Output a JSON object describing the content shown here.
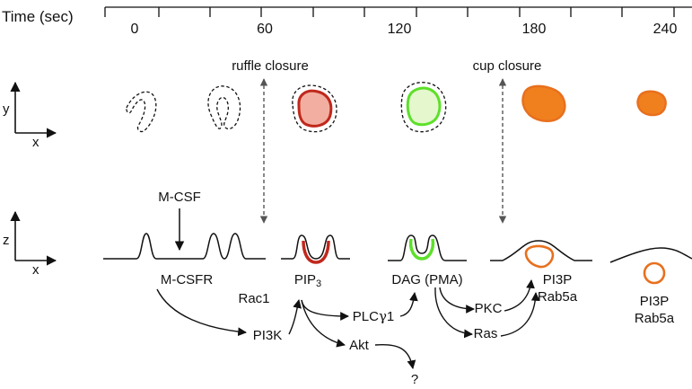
{
  "timeline": {
    "title": "Time (sec)",
    "ticks": [
      "0",
      "60",
      "120",
      "180",
      "240"
    ]
  },
  "events": {
    "ruffle_closure": "ruffle closure",
    "cup_closure": "cup closure"
  },
  "axes": {
    "top": {
      "vertical": "y",
      "horizontal": "x"
    },
    "bottom": {
      "vertical": "z",
      "horizontal": "x"
    }
  },
  "stimulus": "M-CSF",
  "labels": {
    "receptor": "M-CSFR",
    "rac1": "Rac1",
    "pip3_base": "PIP",
    "pip3_sub": "3",
    "pi3k": "PI3K",
    "plc_base": "PLC",
    "plc_greek": "γ",
    "plc_num": "1",
    "akt": "Akt",
    "unknown": "?",
    "dag": "DAG (PMA)",
    "pkc": "PKC",
    "ras": "Ras",
    "pi3p_1": "PI3P",
    "rab5a_1": "Rab5a",
    "pi3p_2": "PI3P",
    "rab5a_2": "Rab5a"
  },
  "colors": {
    "pip3": "#c0281c",
    "pip3_fill": "#f2aea0",
    "dag": "#5de02a",
    "dag_fill": "#e4f7cd",
    "pi3p": "#e8701e",
    "pi3p_fill": "#f0801e",
    "ink": "#111111",
    "dashed": "#555555"
  }
}
